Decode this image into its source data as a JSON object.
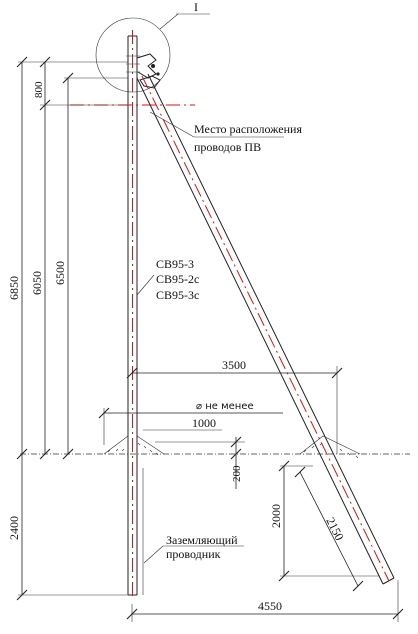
{
  "callout": {
    "label": "I"
  },
  "dimensions": {
    "total_height": "6850",
    "top_segment": "800",
    "mid_height": "6050",
    "wire_height": "6500",
    "depth": "2400",
    "strut_offset": "3500",
    "min_distance": "1000",
    "dia_note": "⌀ не менее",
    "step": "200",
    "strut_depth": "2000",
    "strut_length": "2150",
    "base_length": "4550"
  },
  "labels": {
    "wire_place_line1": "Место расположения",
    "wire_place_line2": "проводов ПВ",
    "pole_types": [
      "СВ95-3",
      "СВ95-2с",
      "СВ95-3с"
    ],
    "ground_conductor_line1": "Заземляющий",
    "ground_conductor_line2": "проводник"
  }
}
